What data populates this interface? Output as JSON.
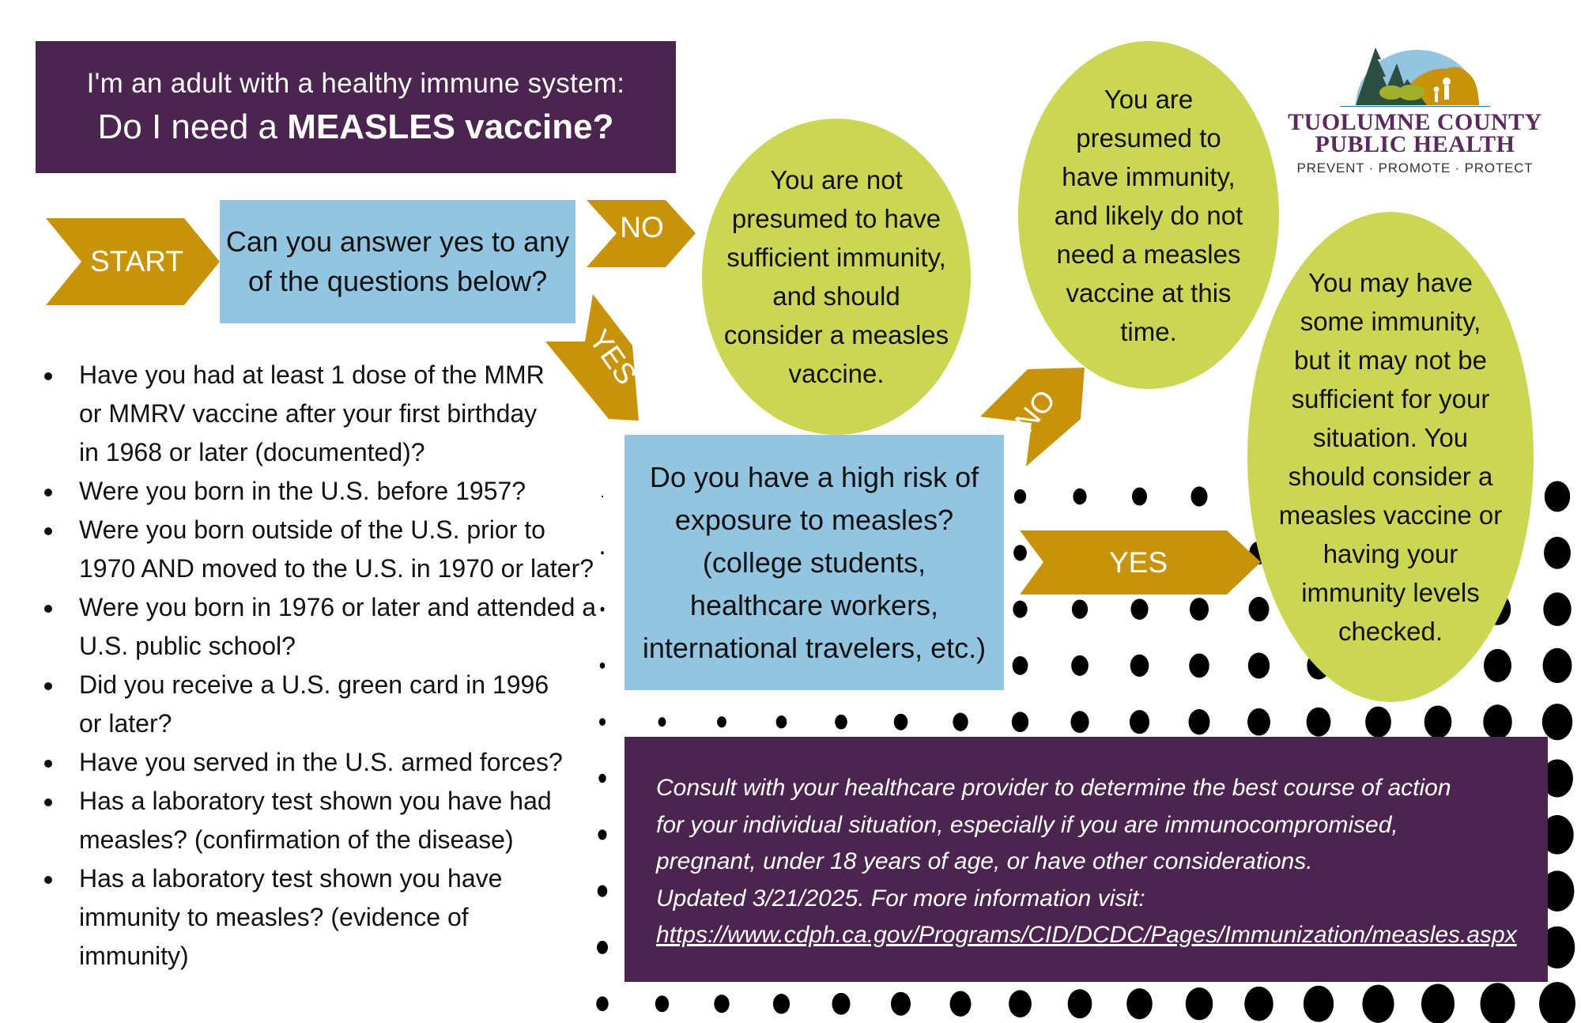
{
  "header": {
    "line1": "I'm an adult with a healthy immune system:",
    "line2_prefix": "Do I need a ",
    "line2_bold": "MEASLES vaccine?"
  },
  "logo": {
    "name_line1": "TUOLUMNE COUNTY",
    "name_line2": "PUBLIC HEALTH",
    "tagline": "PREVENT · PROMOTE · PROTECT",
    "icon": "mountains-trees-family-logo"
  },
  "flow": {
    "start_label": "START",
    "question1": "Can you answer yes to any of the questions below?",
    "q1_no_label": "NO",
    "q1_yes_label": "YES",
    "outcome_not_immune": [
      "You are not",
      "presumed to have",
      "sufficient immunity,",
      "and should",
      "consider a measles",
      "vaccine."
    ],
    "question2_lines": [
      "Do you have a high risk of",
      "exposure to measles?",
      "(college students,",
      "healthcare workers,",
      "international travelers, etc.)"
    ],
    "q2_no_label": "NO",
    "q2_yes_label": "YES",
    "outcome_immune": [
      "You are",
      "presumed to",
      "have immunity,",
      "and likely do not",
      "need a measles",
      "vaccine at this",
      "time."
    ],
    "outcome_some_immunity": [
      "You may have",
      "some immunity,",
      "but it may not be",
      "sufficient for your",
      "situation. You",
      "should consider a",
      "measles vaccine or",
      "having your",
      "immunity levels",
      "checked."
    ]
  },
  "questions": [
    "Have you had at least 1 dose of the MMR or MMRV vaccine after your first birthday in 1968 or later (documented)?",
    "Were you born in the U.S. before 1957?",
    "Were you born outside of the U.S. prior to 1970 AND moved to the U.S. in 1970 or later?",
    "Were you born in 1976 or later and attended a U.S. public school?",
    "Did you receive a U.S. green card in 1996 or later?",
    "Have you served in the U.S. armed forces?",
    "Has a laboratory test shown you have had measles? (confirmation of the disease)",
    "Has a laboratory test shown you have immunity to measles? (evidence of immunity)"
  ],
  "footer_note": {
    "text_lines": [
      "Consult with your healthcare provider to determine the best course of action",
      "for your individual situation, especially if you are immunocompromised,",
      "pregnant, under 18 years of age, or have other considerations.",
      "Updated 3/21/2025. For more information visit:"
    ],
    "link": "https://www.cdph.ca.gov/Programs/CID/DCDC/Pages/Immunization/measles.aspx"
  },
  "colors": {
    "purple": "#4b254f",
    "blue_box": "#93c4e0",
    "green_oval": "#cbd655",
    "gold_arrow": "#c69309",
    "dots": "#000000"
  }
}
